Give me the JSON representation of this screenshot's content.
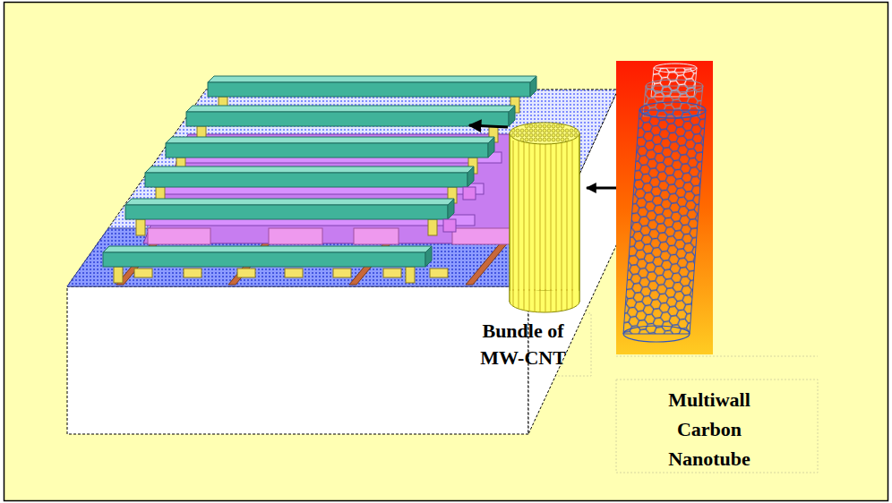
{
  "diagram": {
    "nodes": [
      {
        "text": [
          "Bundle of MW-CNT"
        ]
      },
      {
        "text": [
          "Multiwall Carbon Nanotube"
        ]
      }
    ],
    "edges": [
      {
        "from": 1,
        "to": 0,
        "arrow": "to"
      }
    ]
  }
}
